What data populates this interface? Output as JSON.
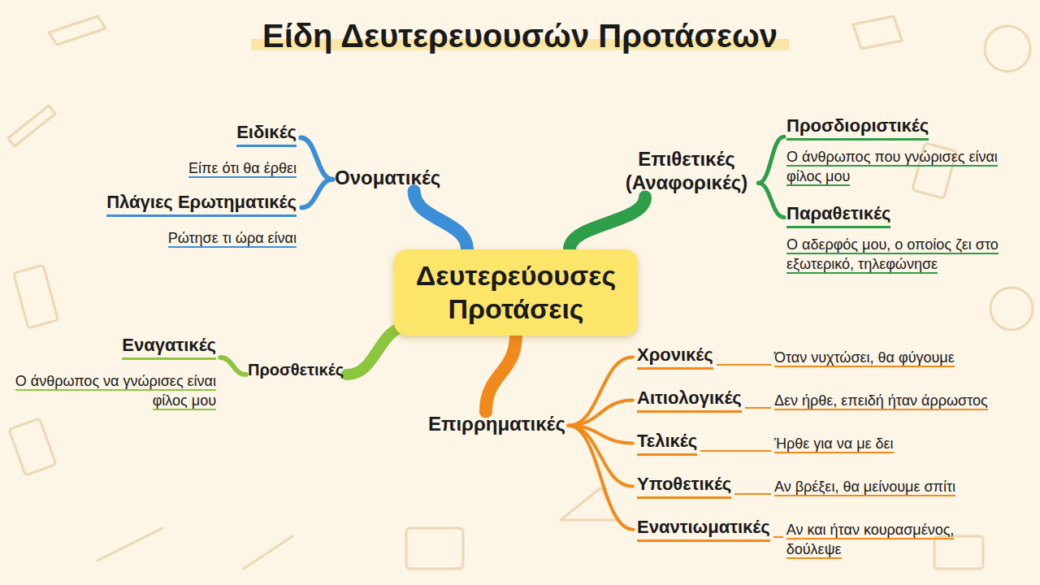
{
  "diagram": {
    "title": "Είδη Δευτερευουσών Προτάσεων",
    "nodes": [
      {
        "text": [
          "Δευτερεύουσες Προτάσεις"
        ]
      },
      {
        "text": [
          "Ονοματικές"
        ]
      },
      {
        "text": [
          "Ειδικές",
          "Είπε ότι θα έρθει"
        ]
      },
      {
        "text": [
          "Πλάγιες Ερωτηματικές",
          "Ρώτησε τι ώρα είναι"
        ]
      },
      {
        "text": [
          "Επιθετικές (Αναφορικές)"
        ]
      },
      {
        "text": [
          "Προσδιοριστικές",
          "Ο άνθρωπος που γνώρισες είναι φίλος μου"
        ]
      },
      {
        "text": [
          "Παραθετικές",
          "Ο αδερφός μου, ο οποίος ζει στο εξωτερικό, τηλεφώνησε"
        ]
      },
      {
        "text": [
          "Προσθετικές"
        ]
      },
      {
        "text": [
          "Εναγατικές",
          "Ο άνθρωπος να γνώρισες είναι φίλος μου"
        ]
      },
      {
        "text": [
          "Επιρρηματικές"
        ]
      },
      {
        "text": [
          "Χρονικές",
          "Όταν νυχτώσει, θα φύγουμε"
        ]
      },
      {
        "text": [
          "Αιτιολογικές",
          "Δεν ήρθε, επειδή ήταν άρρωστος"
        ]
      },
      {
        "text": [
          "Τελικές",
          "Ήρθε για να με δει"
        ]
      },
      {
        "text": [
          "Υποθετικές",
          "Αν βρέξει, θα μείνουμε σπίτι"
        ]
      },
      {
        "text": [
          "Εναντιωματικές",
          "Αν και ήταν κουρασμένος, δούλεψε"
        ]
      }
    ],
    "edges": [
      {
        "from": 0,
        "to": 1,
        "arrow": "none"
      },
      {
        "from": 1,
        "to": 2,
        "arrow": "none"
      },
      {
        "from": 1,
        "to": 3,
        "arrow": "none"
      },
      {
        "from": 0,
        "to": 4,
        "arrow": "none"
      },
      {
        "from": 4,
        "to": 5,
        "arrow": "none"
      },
      {
        "from": 4,
        "to": 6,
        "arrow": "none"
      },
      {
        "from": 0,
        "to": 7,
        "arrow": "none"
      },
      {
        "from": 7,
        "to": 8,
        "arrow": "none"
      },
      {
        "from": 0,
        "to": 9,
        "arrow": "none"
      },
      {
        "from": 9,
        "to": 10,
        "arrow": "none"
      },
      {
        "from": 9,
        "to": 11,
        "arrow": "none"
      },
      {
        "from": 9,
        "to": 12,
        "arrow": "none"
      },
      {
        "from": 9,
        "to": 13,
        "arrow": "none"
      },
      {
        "from": 9,
        "to": 14,
        "arrow": "none"
      }
    ]
  }
}
